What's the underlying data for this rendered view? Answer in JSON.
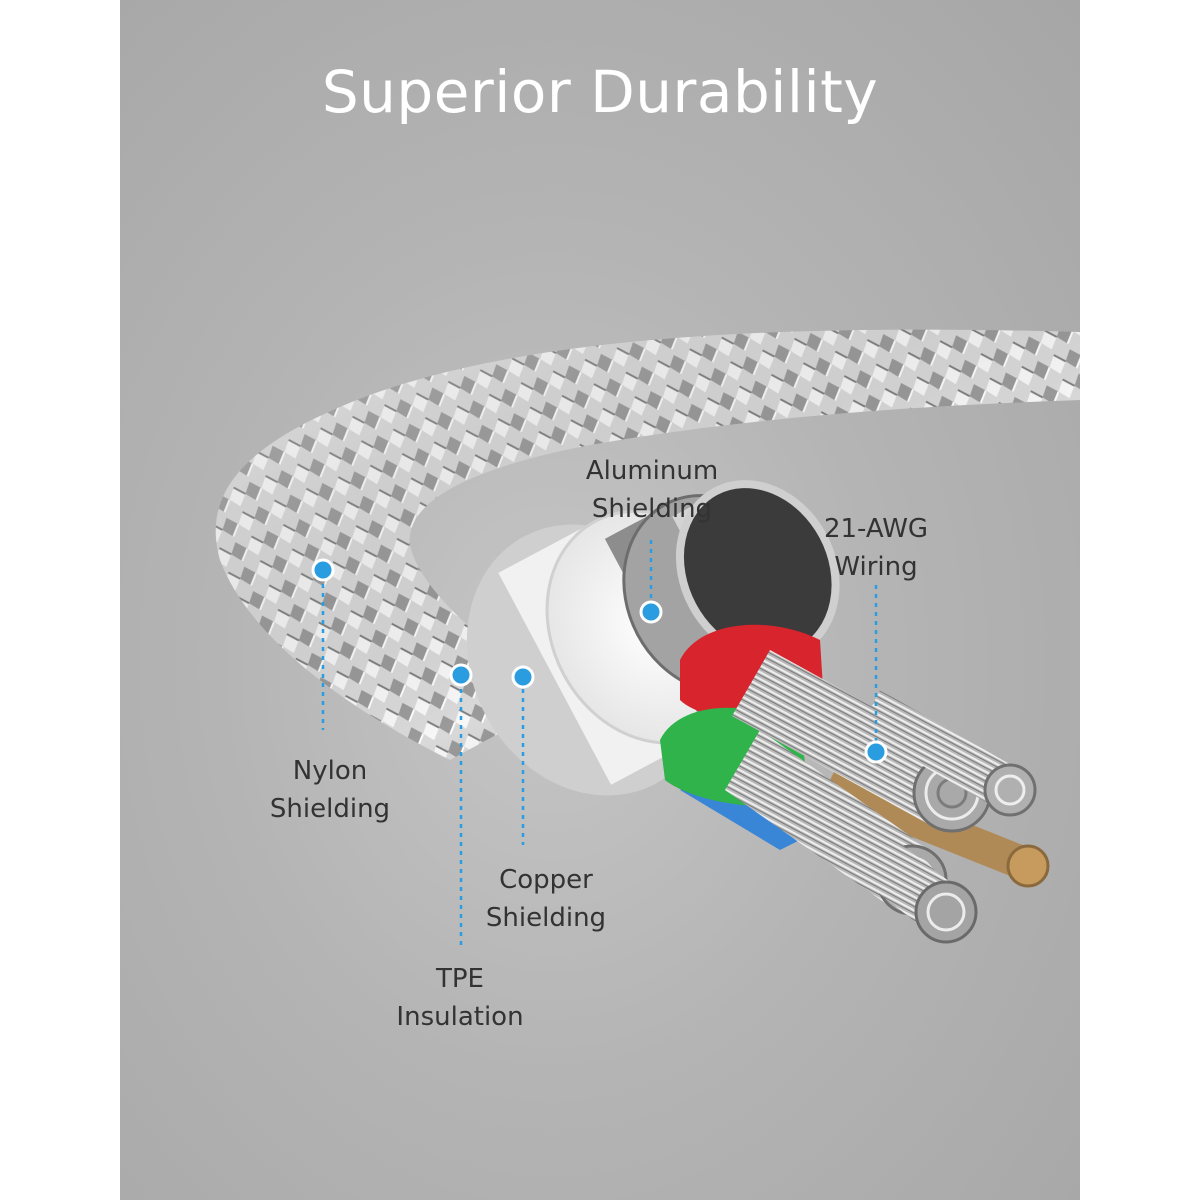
{
  "title": "Superior Durability",
  "callouts": {
    "aluminum": {
      "line1": "Aluminum",
      "line2": "Shielding"
    },
    "wiring": {
      "line1": "21-AWG",
      "line2": "Wiring"
    },
    "nylon": {
      "line1": "Nylon",
      "line2": "Shielding"
    },
    "copper": {
      "line1": "Copper",
      "line2": "Shielding"
    },
    "tpe": {
      "line1": "TPE",
      "line2": "Insulation"
    }
  },
  "colors": {
    "callout_accent": "#2a9de0",
    "wire_red": "#d8242c",
    "wire_green": "#2fb34a",
    "wire_blue": "#3a86d6",
    "wire_gold": "#b08a56"
  }
}
